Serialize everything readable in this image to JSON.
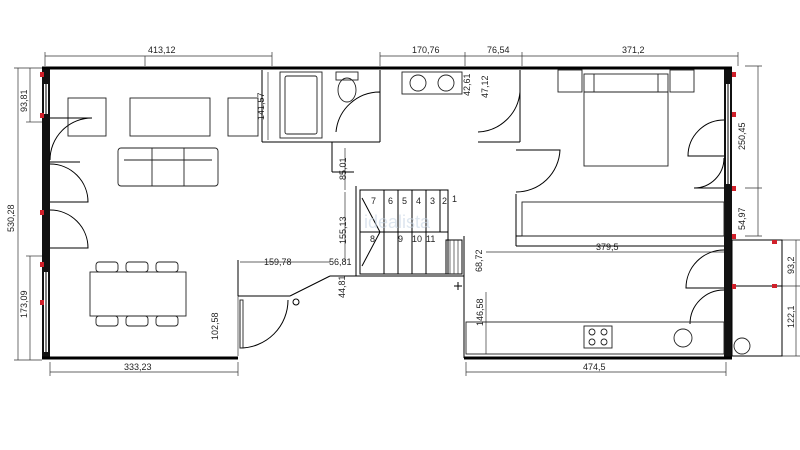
{
  "dimensions": {
    "top_left_width": "413,12",
    "top_bath_width": "170,76",
    "top_small_width": "76,54",
    "top_right_width": "371,2",
    "left_upper_height": "93,81",
    "left_total_height": "530,28",
    "left_lower_height": "173,09",
    "wall_141": "141,57",
    "bath_42": "42,61",
    "bath_47": "47,12",
    "hall_85": "85,01",
    "stair_155": "155,13",
    "corridor_159": "159,78",
    "corridor_56": "56,81",
    "corridor_44": "44,81",
    "door_102": "102,58",
    "bottom_left_width": "333,23",
    "kitchen_379": "379,5",
    "kitchen_146": "146,58",
    "small_68": "68,72",
    "bottom_right_width": "474,5",
    "right_250": "250,45",
    "right_54": "54,97",
    "right_93": "93,2",
    "right_122": "122,1"
  },
  "stair_numbers": {
    "top": [
      "7",
      "6",
      "5",
      "4",
      "3",
      "2",
      "1"
    ],
    "bottom": [
      "8",
      "9",
      "10",
      "11"
    ]
  },
  "watermark": "idealista"
}
